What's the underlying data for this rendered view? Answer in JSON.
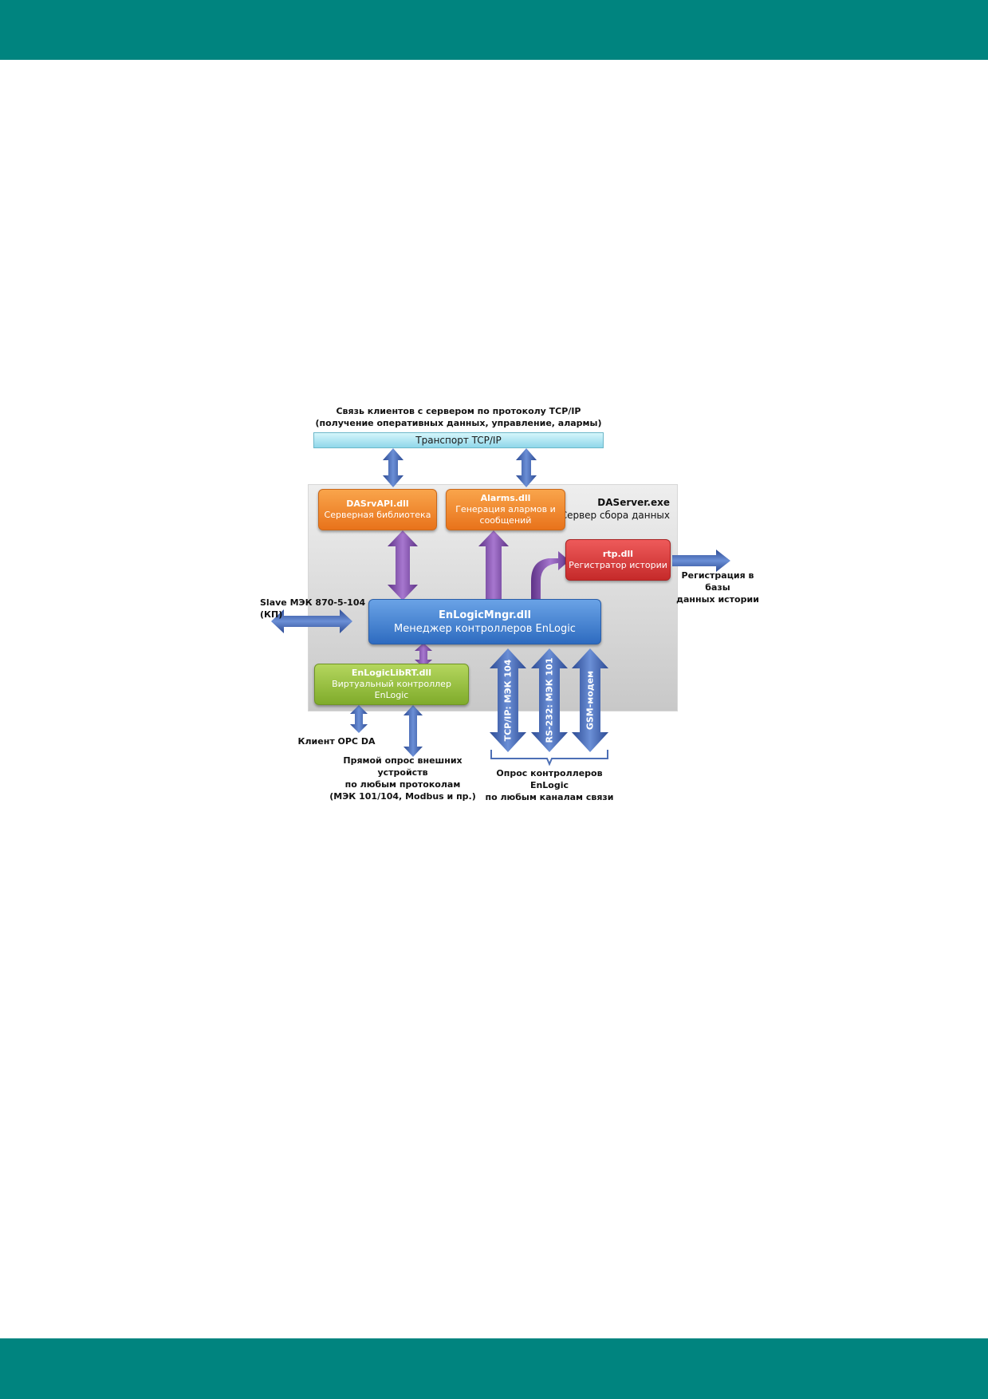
{
  "top_caption": [
    "Связь клиентов  с сервером  по протоколу  TCP/IP",
    "(получение оперативных  данных,  управление,  алармы)"
  ],
  "transport_label": "Транспорт TCP/IP",
  "server": {
    "exe": "DAServer.exe",
    "desc": "Сервер сбора данных"
  },
  "modules": {
    "dasrvapi": {
      "title": "DASrvAPI.dll",
      "desc": "Серверная библиотека"
    },
    "alarms": {
      "title": "Alarms.dll",
      "desc": "Генерация алармов  и сообщений"
    },
    "rtp": {
      "title": "rtp.dll",
      "desc": "Регистратор истории"
    },
    "mngr": {
      "title": "EnLogicMngr.dll",
      "desc": "Менеджер контроллеров EnLogic"
    },
    "librt": {
      "title": "EnLogicLibRT.dll",
      "desc": "Виртуальный контроллер EnLogic"
    }
  },
  "labels": {
    "slave": "Slave МЭК 870-5-104 (КП)",
    "history": [
      "Регистрация в базы",
      "данных истории"
    ],
    "opc": "Клиент OPC DA",
    "direct": [
      "Прямой опрос внешних устройств",
      "по любым протоколам",
      "(МЭК 101/104, Modbus и пр.)"
    ],
    "poll": [
      "Опрос контроллеров  EnLogic",
      "по любым каналам  связи"
    ]
  },
  "channels": [
    "TCP/IP: МЭК 104",
    "RS-232: МЭК 101",
    "GSM-модем"
  ],
  "colors": {
    "band": "#00847f",
    "orange": "#f08a2a",
    "red": "#d23b3b",
    "blue": "#3d7ccf",
    "green": "#95c03f",
    "arrow_blue": "#3659a8",
    "arrow_purple": "#7d4aa6"
  }
}
